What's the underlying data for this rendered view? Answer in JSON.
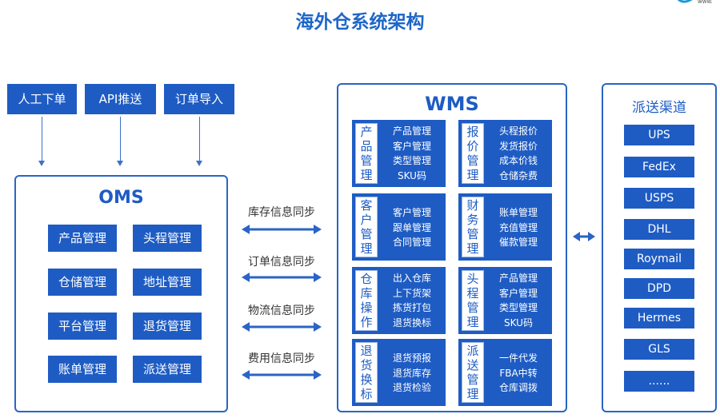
{
  "title": "海外仓系统架构",
  "sources": [
    "人工下单",
    "API推送",
    "订单导入"
  ],
  "oms": {
    "title": "OMS",
    "modules": [
      "产品管理",
      "头程管理",
      "仓储管理",
      "地址管理",
      "平台管理",
      "退货管理",
      "账单管理",
      "派送管理"
    ]
  },
  "sync": [
    "库存信息同步",
    "订单信息同步",
    "物流信息同步",
    "费用信息同步"
  ],
  "wms": {
    "title": "WMS",
    "groups": [
      {
        "label": [
          "产",
          "品",
          "管",
          "理"
        ],
        "items": [
          "产品管理",
          "客户管理",
          "类型管理",
          "SKU码"
        ]
      },
      {
        "label": [
          "报",
          "价",
          "管",
          "理"
        ],
        "items": [
          "头程报价",
          "发货报价",
          "成本价钱",
          "仓储杂费"
        ]
      },
      {
        "label": [
          "客",
          "户",
          "管",
          "理"
        ],
        "items": [
          "客户管理",
          "跟单管理",
          "合同管理"
        ]
      },
      {
        "label": [
          "财",
          "务",
          "管",
          "理"
        ],
        "items": [
          "账单管理",
          "充值管理",
          "催款管理"
        ]
      },
      {
        "label": [
          "仓",
          "库",
          "操",
          "作"
        ],
        "items": [
          "出入仓库",
          "上下货架",
          "拣货打包",
          "退货换标"
        ]
      },
      {
        "label": [
          "头",
          "程",
          "管",
          "理"
        ],
        "items": [
          "产品管理",
          "客户管理",
          "类型管理",
          "SKU码"
        ]
      },
      {
        "label": [
          "退",
          "货",
          "换",
          "标"
        ],
        "items": [
          "退货预报",
          "退货库存",
          "退货检验"
        ]
      },
      {
        "label": [
          "派",
          "送",
          "管",
          "理"
        ],
        "items": [
          "一件代发",
          "FBA中转",
          "仓库调拨"
        ]
      }
    ]
  },
  "channels": {
    "title": "派送渠道",
    "items": [
      "UPS",
      "FedEx",
      "USPS",
      "DHL",
      "Roymail",
      "DPD",
      "Hermes",
      "GLS",
      "......"
    ]
  },
  "colors": {
    "primary": "#1e5cc4",
    "title": "#1e66c8"
  }
}
